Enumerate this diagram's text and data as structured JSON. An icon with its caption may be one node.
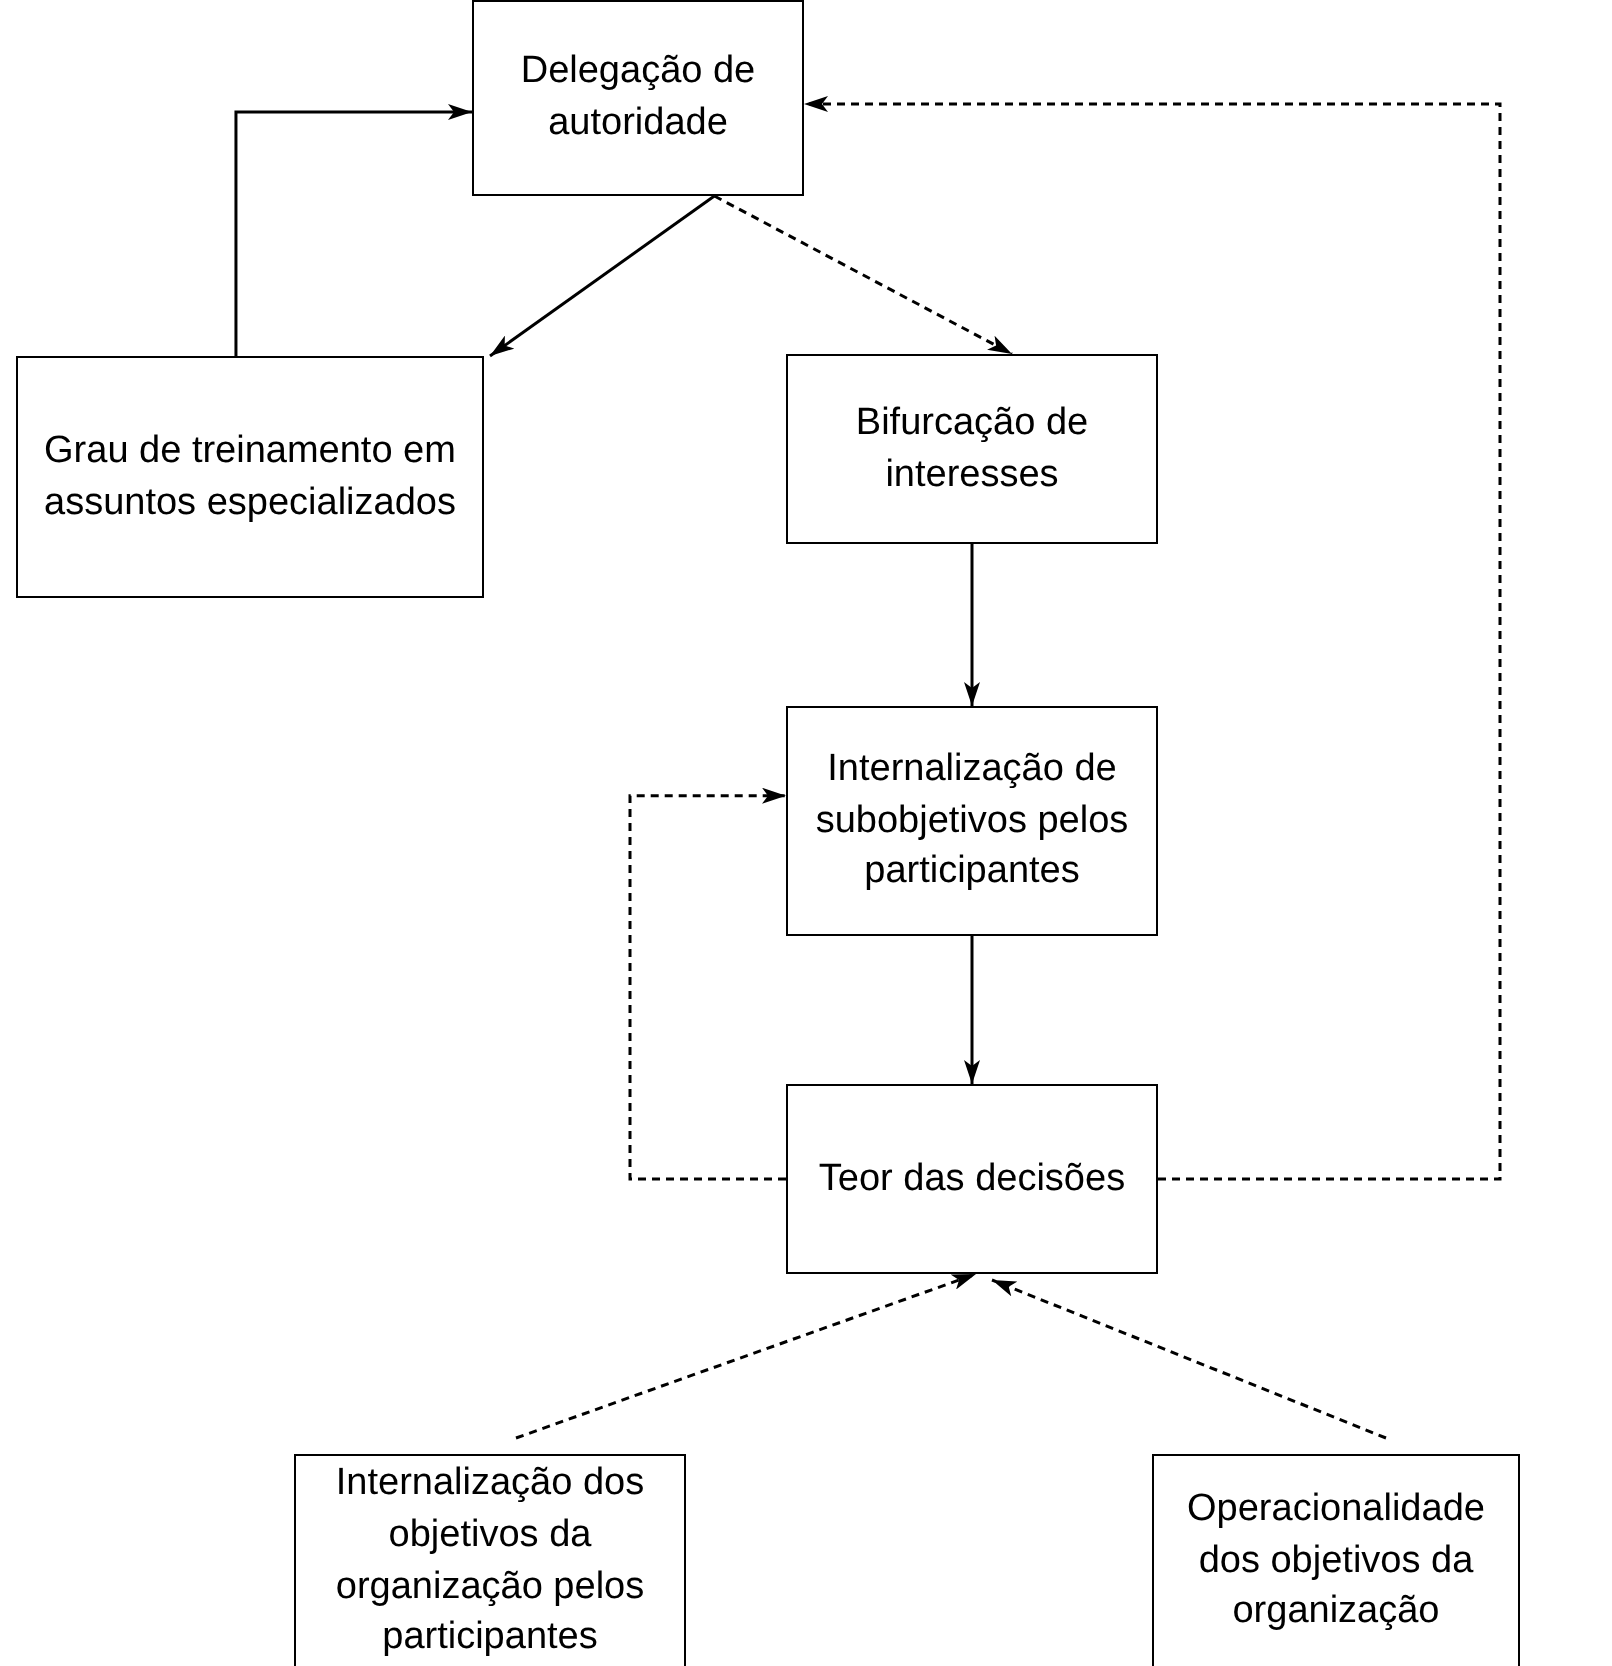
{
  "diagram": {
    "nodes": [
      {
        "text": [
          "Delegação de autoridade"
        ]
      },
      {
        "text": [
          "Grau de treinamento em assuntos especializados"
        ]
      },
      {
        "text": [
          "Bifurcação de interesses"
        ]
      },
      {
        "text": [
          "Internalização de subobjetivos pelos participantes"
        ]
      },
      {
        "text": [
          "Teor das decisões"
        ]
      },
      {
        "text": [
          "Internalização dos objetivos da organização pelos participantes"
        ]
      },
      {
        "text": [
          "Operacionalidade dos objetivos da organização"
        ]
      }
    ],
    "edges": [
      {
        "from": 0,
        "to": 1,
        "arrow": "to"
      },
      {
        "from": 1,
        "to": 0,
        "arrow": "to"
      },
      {
        "from": 0,
        "to": 2,
        "arrow": "to",
        "style": "dashed"
      },
      {
        "from": 2,
        "to": 3,
        "arrow": "to"
      },
      {
        "from": 3,
        "to": 4,
        "arrow": "to"
      },
      {
        "from": 4,
        "to": 3,
        "arrow": "to",
        "style": "dashed"
      },
      {
        "from": 4,
        "to": 0,
        "arrow": "to",
        "style": "dashed"
      },
      {
        "from": 5,
        "to": 4,
        "arrow": "to",
        "style": "dashed"
      },
      {
        "from": 6,
        "to": 4,
        "arrow": "to",
        "style": "dashed"
      }
    ]
  }
}
